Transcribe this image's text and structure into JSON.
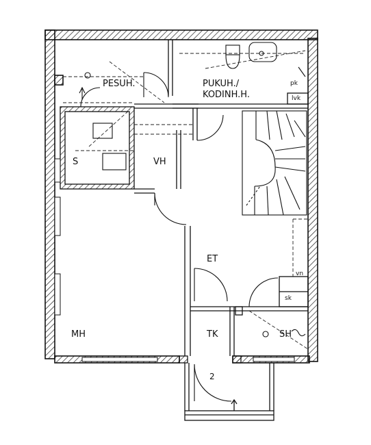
{
  "plan": {
    "rooms": {
      "pesuh": "PESUH.",
      "pukuh_1": "PUKUH./",
      "pukuh_2": "KODINH.H.",
      "s": "S",
      "vh": "VH",
      "et": "ET",
      "mh": "MH",
      "tk": "TK",
      "sh": "SH",
      "stair_no": "2"
    },
    "fixtures": {
      "lvk": "lvk",
      "pk": "pk",
      "vn": "vn",
      "sk": "sk"
    }
  }
}
